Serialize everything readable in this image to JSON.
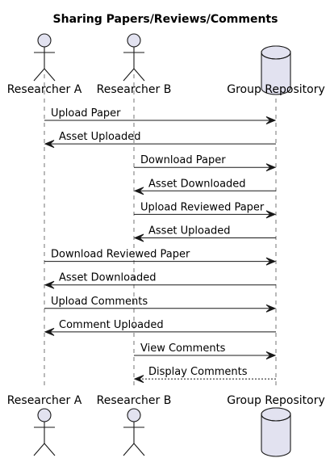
{
  "diagram": {
    "title": "Sharing Papers/Reviews/Comments",
    "participants": [
      {
        "id": "ra",
        "label": "Researcher A",
        "kind": "actor"
      },
      {
        "id": "rb",
        "label": "Researcher B",
        "kind": "actor"
      },
      {
        "id": "gr",
        "label": "Group Repository",
        "kind": "database"
      }
    ],
    "messages": [
      {
        "from": "ra",
        "to": "gr",
        "text": "Upload Paper",
        "style": "solid"
      },
      {
        "from": "gr",
        "to": "ra",
        "text": "Asset Uploaded",
        "style": "solid"
      },
      {
        "from": "rb",
        "to": "gr",
        "text": "Download Paper",
        "style": "solid"
      },
      {
        "from": "gr",
        "to": "rb",
        "text": "Asset Downloaded",
        "style": "solid"
      },
      {
        "from": "rb",
        "to": "gr",
        "text": "Upload Reviewed Paper",
        "style": "solid"
      },
      {
        "from": "gr",
        "to": "rb",
        "text": "Asset Uploaded",
        "style": "solid"
      },
      {
        "from": "ra",
        "to": "gr",
        "text": "Download Reviewed Paper",
        "style": "solid"
      },
      {
        "from": "gr",
        "to": "ra",
        "text": "Asset Downloaded",
        "style": "solid"
      },
      {
        "from": "ra",
        "to": "gr",
        "text": "Upload Comments",
        "style": "solid"
      },
      {
        "from": "gr",
        "to": "ra",
        "text": "Comment Uploaded",
        "style": "solid"
      },
      {
        "from": "rb",
        "to": "gr",
        "text": "View Comments",
        "style": "solid"
      },
      {
        "from": "gr",
        "to": "rb",
        "text": "Display Comments",
        "style": "dashed"
      }
    ]
  },
  "colors": {
    "participant_fill": "#E2E2F0",
    "line": "#181818"
  }
}
